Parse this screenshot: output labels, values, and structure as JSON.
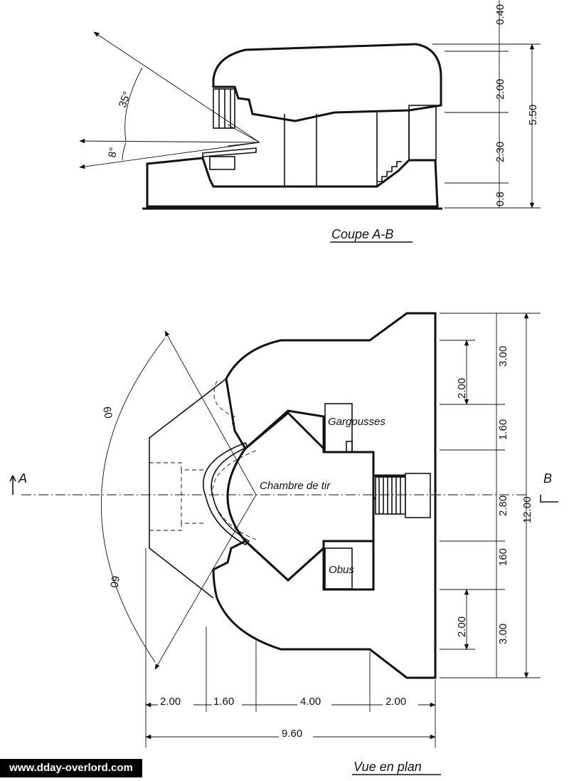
{
  "section_view": {
    "title": "Coupe A-B",
    "dims_right": [
      "0.40",
      "2.00",
      "2.30",
      "0.8"
    ],
    "dim_total": "5.50",
    "angles": [
      "35°",
      "8°"
    ]
  },
  "plan_view": {
    "title": "Vue en plan",
    "rooms": {
      "firing_chamber": "Chambre de tir",
      "charges": "Gargousses",
      "shells": "Obus"
    },
    "section_markers": {
      "left": "A",
      "right": "B"
    },
    "dims_right_inner": [
      "2.00",
      "2.00"
    ],
    "dims_right_outer": [
      "3.00",
      "1.60",
      "2.80",
      "160",
      "3.00"
    ],
    "dim_total_height": "12.00",
    "dims_bottom": [
      "2.00",
      "1.60",
      "4.00",
      "2.00"
    ],
    "dim_total_width": "9.60",
    "angles": [
      "60",
      "60"
    ]
  },
  "watermark": "www.dday-overlord.com"
}
